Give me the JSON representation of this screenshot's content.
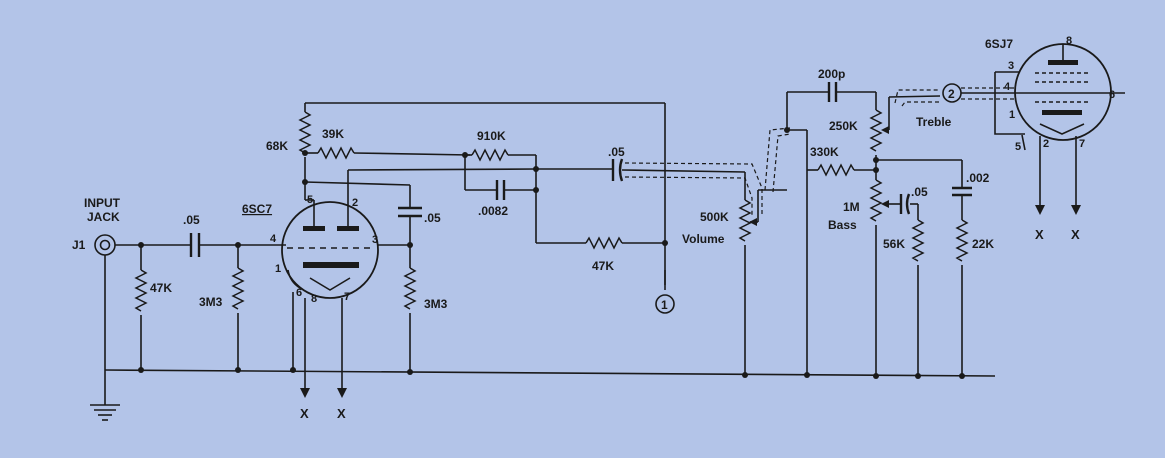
{
  "input": {
    "title_line1": "INPUT",
    "title_line2": "JACK",
    "ref": "J1"
  },
  "tubes": {
    "v1": "6SC7",
    "v1_pins": [
      "5",
      "2",
      "4",
      "3",
      "1",
      "6",
      "8",
      "7"
    ],
    "v2": "6SJ7",
    "v2_pins": [
      "8",
      "3",
      "4",
      "6",
      "1",
      "5",
      "2",
      "7"
    ]
  },
  "components": {
    "c_input": ".05",
    "r_grid": "47K",
    "r_grid2": "3M3",
    "c_couple": ".05",
    "r_cath": "3M3",
    "r_plate1": "68K",
    "r_plate2": "39K",
    "r_mix1": "910K",
    "c_mix": ".0082",
    "r_mix2": "47K",
    "c_out": ".05",
    "pot_volume_value": "500K",
    "pot_volume_name": "Volume",
    "c_treble": "200p",
    "pot_treble_value": "250K",
    "pot_treble_name": "Treble",
    "r_tone": "330K",
    "pot_bass_value": "1M",
    "pot_bass_name": "Bass",
    "c_bass": ".05",
    "r_bass": "56K",
    "c_shunt": ".002",
    "r_shunt": "22K"
  },
  "connectors": {
    "c1": "1",
    "c2": "2"
  },
  "heater_mark": "X",
  "colors": {
    "background": "#b3c4e8",
    "ink": "#1a1a1a"
  }
}
